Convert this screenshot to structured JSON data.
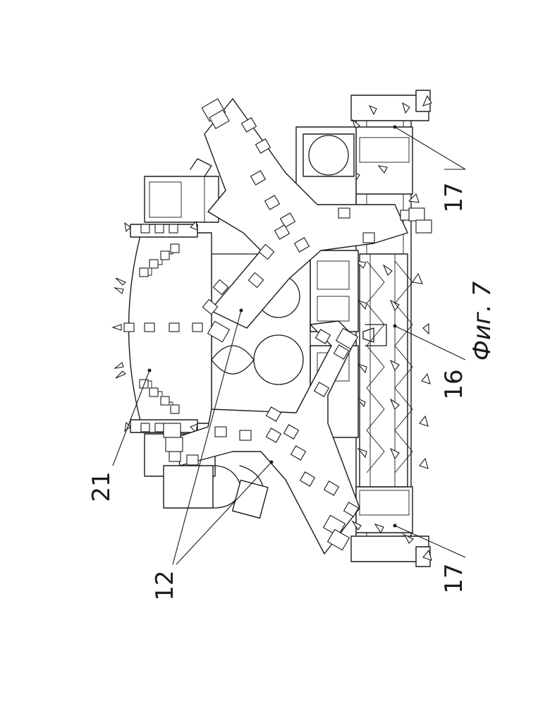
{
  "figure": {
    "caption": "Фиг. 7",
    "labels": {
      "ref_12": "12",
      "ref_16": "16",
      "ref_17_top": "17",
      "ref_17_bottom": "17",
      "ref_21": "21"
    }
  }
}
